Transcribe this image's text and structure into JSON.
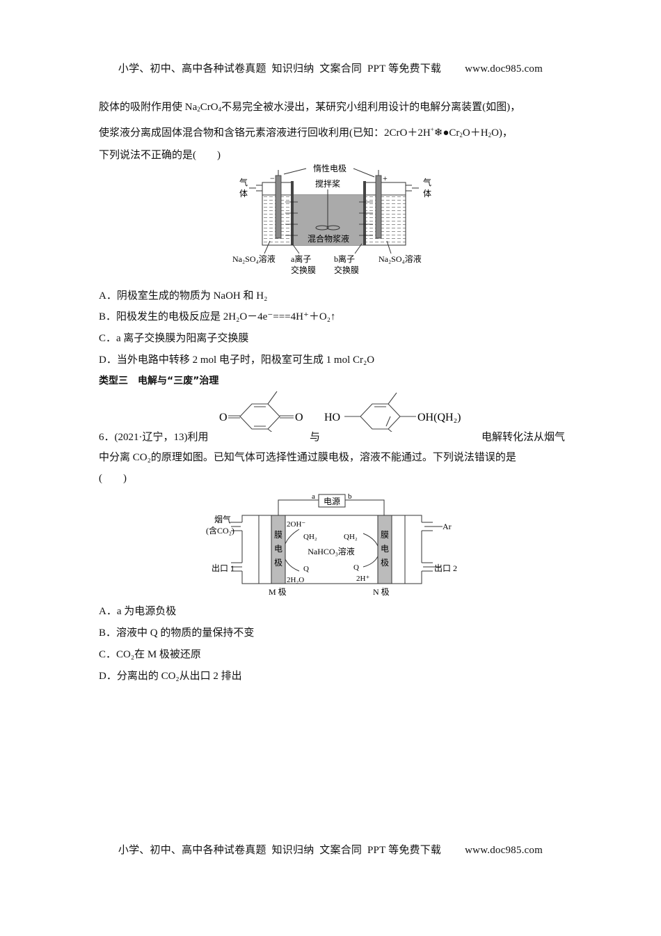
{
  "header": {
    "text": "小学、初中、高中各种试卷真题  知识归纳  文案合同  PPT 等免费下载",
    "url": "www.doc985.com"
  },
  "question5": {
    "line1_a": "胶体的吸附作用使 Na",
    "line1_sub1": "2",
    "line1_b": "CrO",
    "line1_sub2": "4",
    "line1_c": "不易完全被水浸出，某研究小组利用设计的电解分离装置(如图)，",
    "line2_a": "使浆液分离成固体混合物和含铬元素溶液进行回收利用(已知：2CrO＋2H",
    "line2_sup": "+",
    "line2_b": "❄●Cr",
    "line2_sub": "2",
    "line2_c": "O＋H",
    "line2_sub2": "2",
    "line2_d": "O)，",
    "line3": "下列说法不正确的是(　　)",
    "figure": {
      "electrode_label": "惰性电极",
      "stirrer_label": "搅拌桨",
      "mixture_label": "混合物浆液",
      "gas_left": "气体",
      "gas_right": "气体",
      "minus_sign": "−",
      "plus_sign": "+",
      "solution_left": "Na₂SO₄溶液",
      "solution_right": "Na₂SO₄溶液",
      "membrane_a_1": "a离子",
      "membrane_a_2": "交换膜",
      "membrane_b_1": "b离子",
      "membrane_b_2": "交换膜"
    },
    "options": [
      {
        "label": "A．",
        "text": "阴极室生成的物质为 NaOH 和 H₂"
      },
      {
        "label": "B．",
        "text": "阳极发生的电极反应是 2H₂O－4e⁻===4H⁺＋O₂↑"
      },
      {
        "label": "C．",
        "text": "a 离子交换膜为阳离子交换膜"
      },
      {
        "label": "D．",
        "text": "当外电路中转移 2 mol 电子时，阳极室可生成 1 mol Cr₂O"
      }
    ]
  },
  "section": {
    "title": "类型三　电解与“三废”治理"
  },
  "question6": {
    "line1_a": "6．(2021·辽宁，13)利用",
    "line1_mid": "与",
    "line1_b": "电解转化法从烟气",
    "line2": "中分离 CO₂的原理如图。已知气体可选择性通过膜电极，溶液不能通过。下列说法错误的是",
    "line3": "(　　)",
    "structure": {
      "left_o1": "O",
      "left_o2": "O",
      "right_ho": "HO",
      "right_oh": "OH(QH₂)"
    },
    "figure": {
      "power_label": "电源",
      "terminal_a": "a",
      "terminal_b": "b",
      "flue_gas_1": "烟气",
      "flue_gas_2": "(含CO₂)",
      "ar_label": "Ar",
      "outlet1": "出口 1",
      "outlet2": "出口 2",
      "membrane_electrode": "膜电极",
      "m_pole": "M 极",
      "n_pole": "N 极",
      "solution": "NaHCO₃溶液",
      "left_2oh": "2OH⁻",
      "left_qh2": "QH₂",
      "left_q": "Q",
      "left_2h2o": "2H₂O",
      "right_qh2": "QH₂",
      "right_q": "Q",
      "right_2h": "2H⁺"
    },
    "options": [
      {
        "label": "A．",
        "text": "a 为电源负极"
      },
      {
        "label": "B．",
        "text": "溶液中 Q 的物质的量保持不变"
      },
      {
        "label": "C．",
        "text": "CO₂在 M 极被还原"
      },
      {
        "label": "D．",
        "text": "分离出的 CO₂从出口 2 排出"
      }
    ]
  },
  "footer": {
    "text": "小学、初中、高中各种试卷真题  知识归纳  文案合同  PPT 等免费下载",
    "url": "www.doc985.com"
  }
}
